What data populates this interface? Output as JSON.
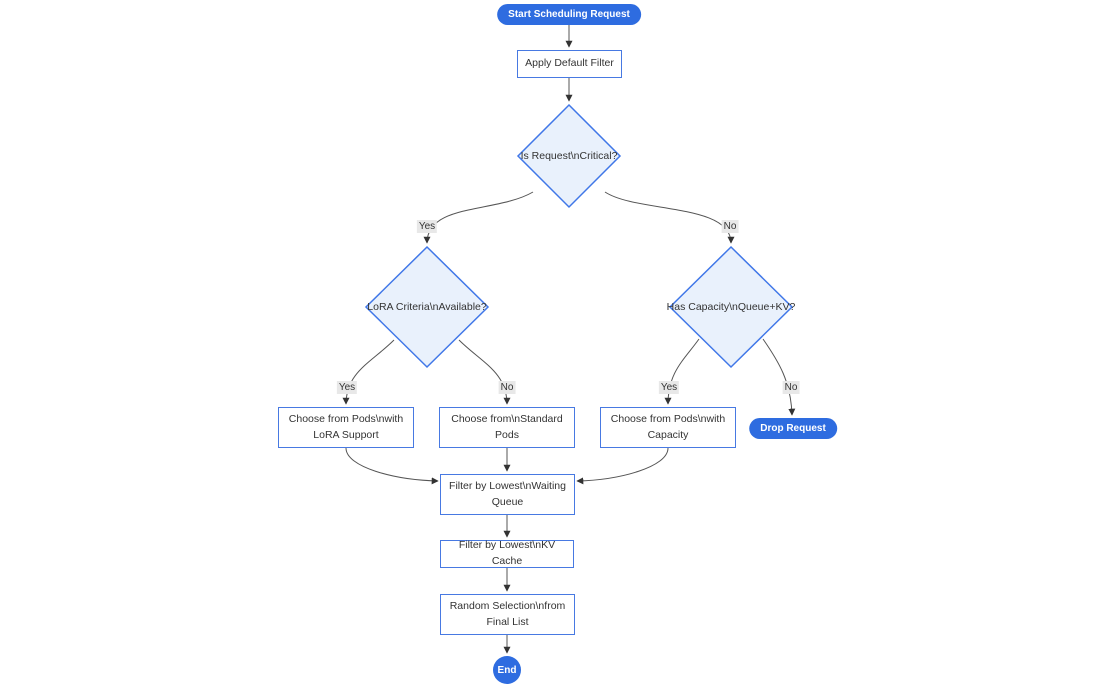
{
  "diagram": {
    "type": "flowchart",
    "direction": "top-down",
    "nodes": {
      "start": {
        "label": "Start Scheduling Request",
        "shape": "stadium"
      },
      "apply_default_filter": {
        "label": "Apply Default Filter",
        "shape": "rect"
      },
      "is_critical": {
        "label": "Is Request\\nCritical?",
        "shape": "diamond"
      },
      "lora_criteria": {
        "label": "LoRA Criteria\\nAvailable?",
        "shape": "diamond"
      },
      "has_capacity": {
        "label": "Has Capacity\\nQueue+KV?",
        "shape": "diamond"
      },
      "choose_lora_pods": {
        "label": "Choose from Pods\\nwith LoRA Support",
        "shape": "rect"
      },
      "choose_standard_pods": {
        "label": "Choose from\\nStandard Pods",
        "shape": "rect"
      },
      "choose_capacity_pods": {
        "label": "Choose from Pods\\nwith Capacity",
        "shape": "rect"
      },
      "drop_request": {
        "label": "Drop Request",
        "shape": "stadium"
      },
      "filter_waiting_queue": {
        "label": "Filter by Lowest\\nWaiting Queue",
        "shape": "rect"
      },
      "filter_kv_cache": {
        "label": "Filter by Lowest\\nKV Cache",
        "shape": "rect"
      },
      "random_selection": {
        "label": "Random Selection\\nfrom Final List",
        "shape": "rect"
      },
      "end": {
        "label": "End",
        "shape": "stadium"
      }
    },
    "edges": [
      {
        "from": "start",
        "to": "apply_default_filter",
        "label": ""
      },
      {
        "from": "apply_default_filter",
        "to": "is_critical",
        "label": ""
      },
      {
        "from": "is_critical",
        "to": "lora_criteria",
        "label": "Yes"
      },
      {
        "from": "is_critical",
        "to": "has_capacity",
        "label": "No"
      },
      {
        "from": "lora_criteria",
        "to": "choose_lora_pods",
        "label": "Yes"
      },
      {
        "from": "lora_criteria",
        "to": "choose_standard_pods",
        "label": "No"
      },
      {
        "from": "has_capacity",
        "to": "choose_capacity_pods",
        "label": "Yes"
      },
      {
        "from": "has_capacity",
        "to": "drop_request",
        "label": "No"
      },
      {
        "from": "choose_lora_pods",
        "to": "filter_waiting_queue",
        "label": ""
      },
      {
        "from": "choose_standard_pods",
        "to": "filter_waiting_queue",
        "label": ""
      },
      {
        "from": "choose_capacity_pods",
        "to": "filter_waiting_queue",
        "label": ""
      },
      {
        "from": "filter_waiting_queue",
        "to": "filter_kv_cache",
        "label": ""
      },
      {
        "from": "filter_kv_cache",
        "to": "random_selection",
        "label": ""
      },
      {
        "from": "random_selection",
        "to": "end",
        "label": ""
      }
    ],
    "colors": {
      "terminal_fill": "#2e6ce0",
      "terminal_text": "#ffffff",
      "rect_fill": "#ffffff",
      "rect_border": "#4779e2",
      "diamond_fill": "#e9f1fc",
      "diamond_border": "#4077e8",
      "edge_line": "#555555",
      "arrowhead": "#333333",
      "edge_label_bg": "#e8e8e8",
      "text": "#333333",
      "background": "#ffffff"
    }
  }
}
